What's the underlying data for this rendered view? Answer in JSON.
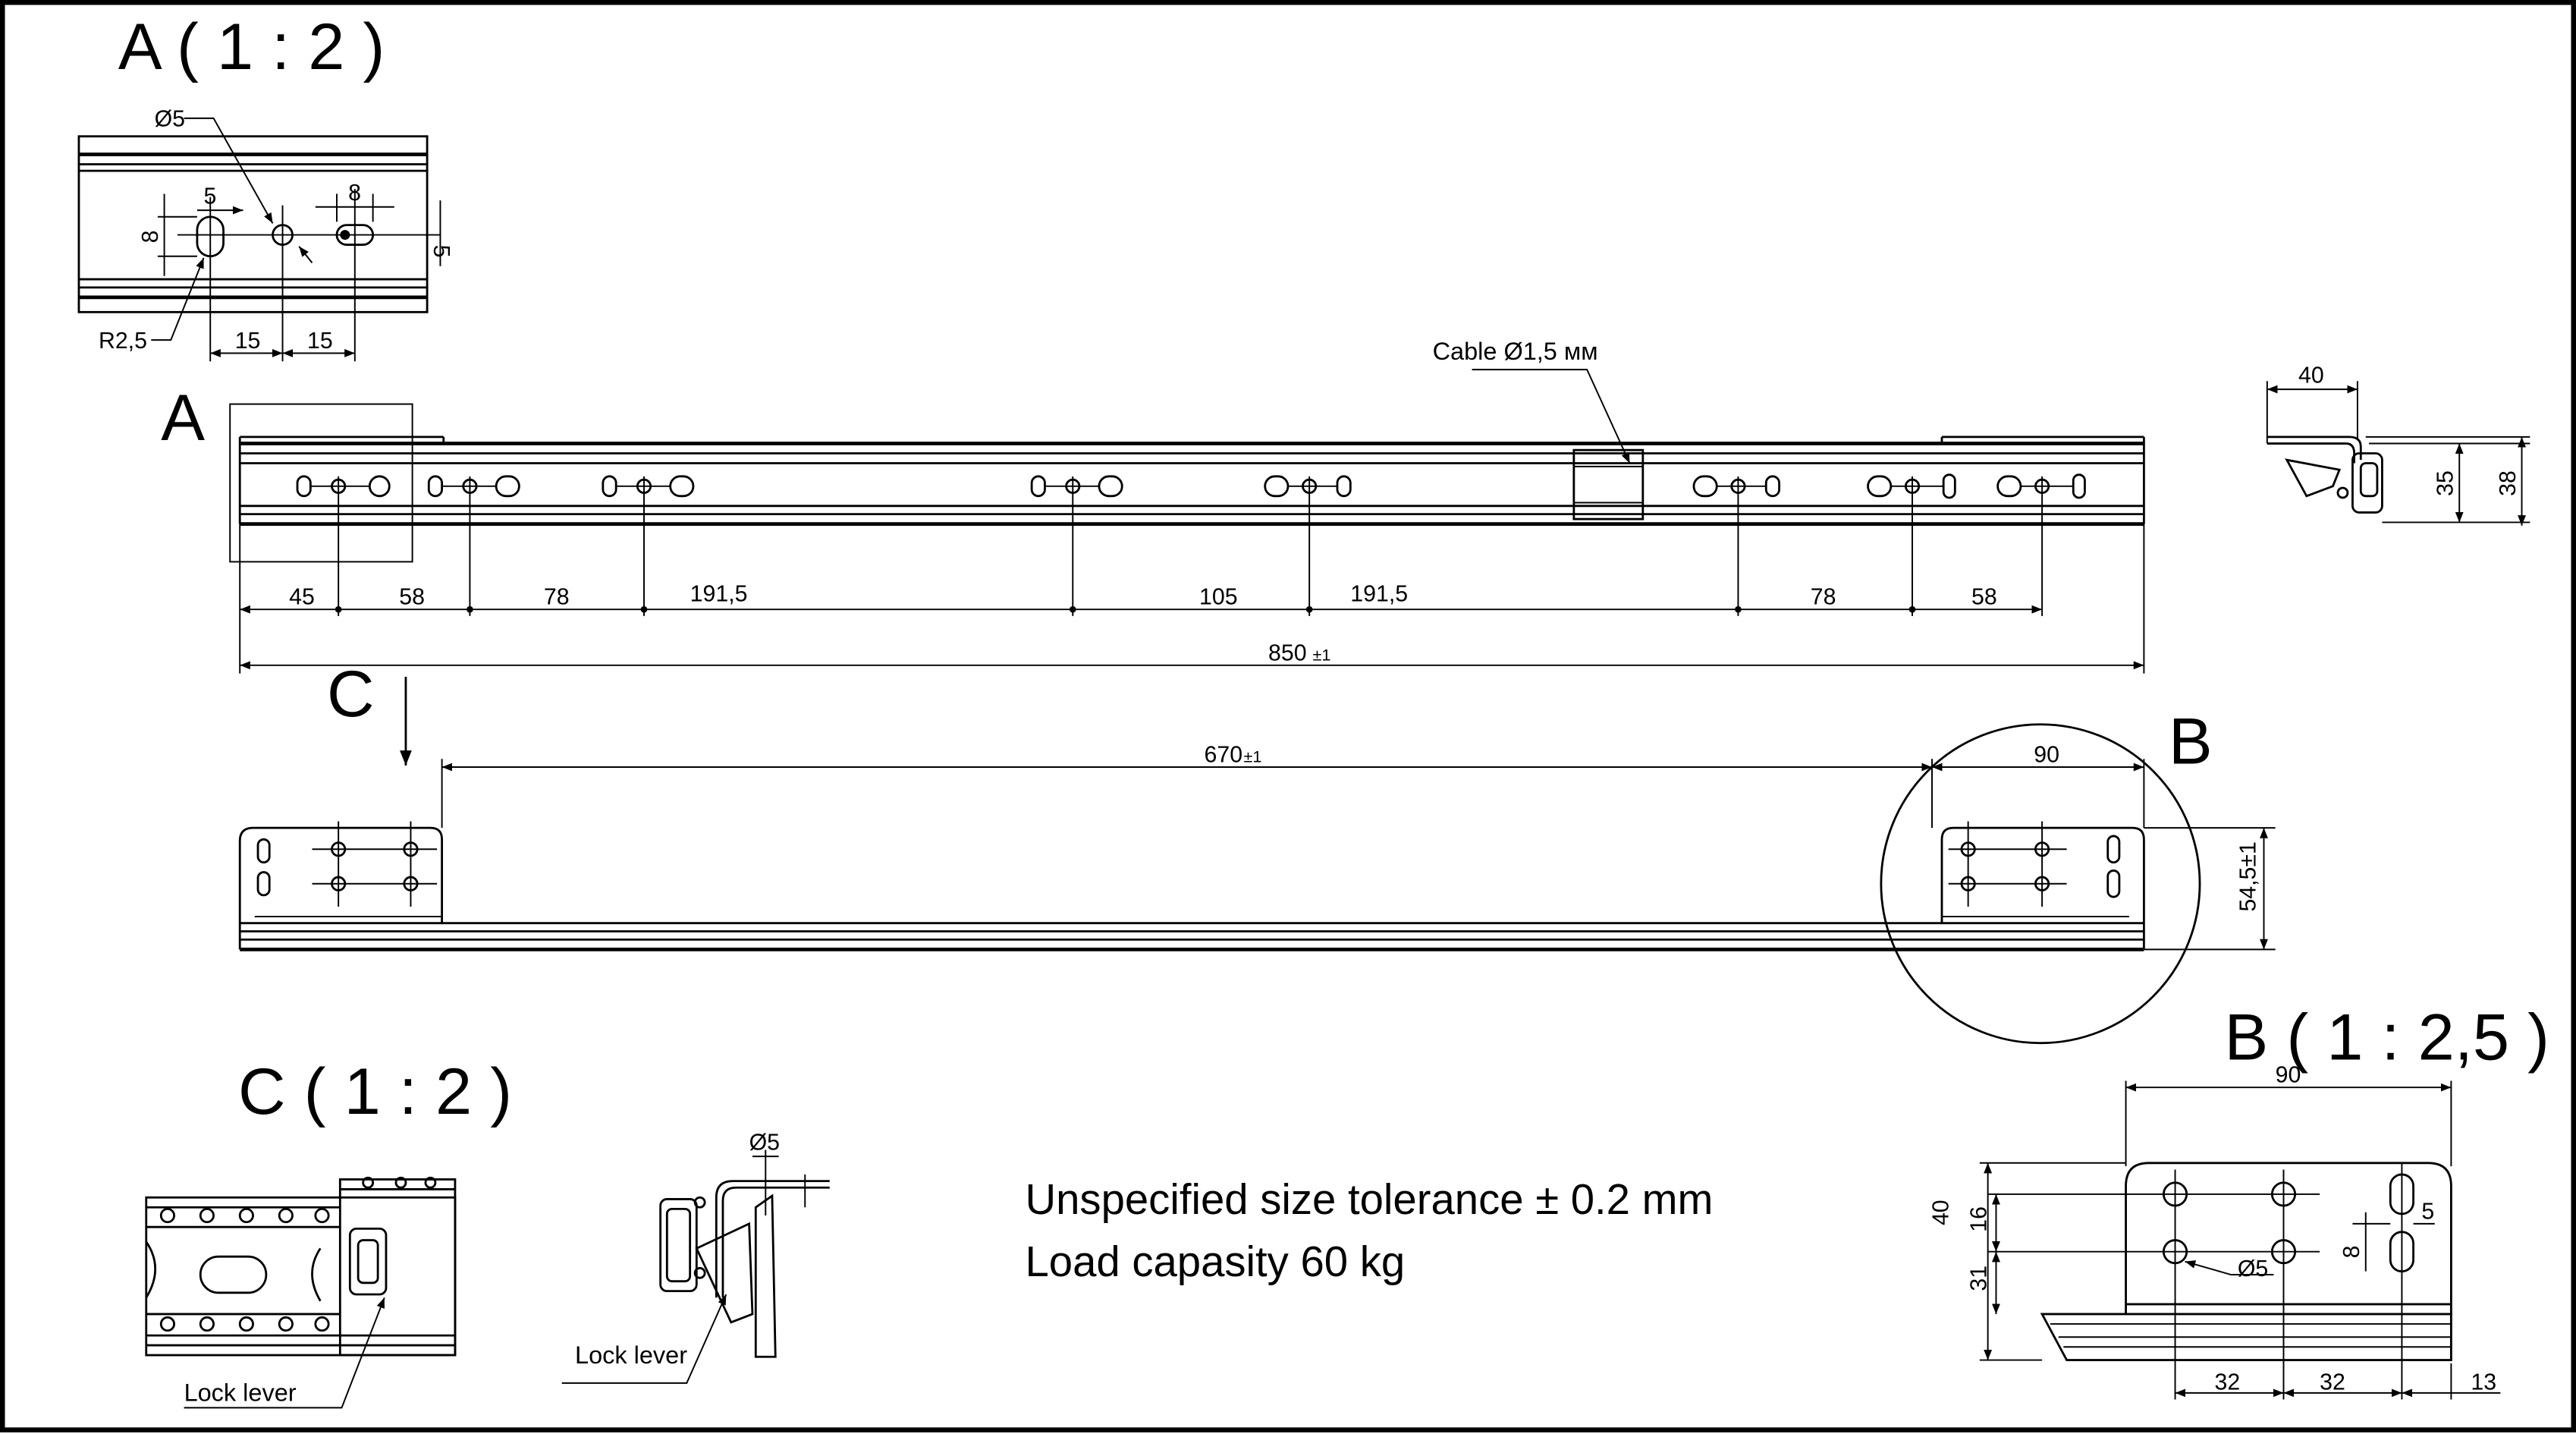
{
  "views": {
    "detail_a_title": "A ( 1 : 2 )",
    "detail_b_title": "B ( 1 : 2,5 )",
    "detail_c_title": "C ( 1 : 2 )",
    "label_a": "A",
    "label_b": "B",
    "label_c": "C"
  },
  "detail_a": {
    "hole_dia": "Ø5",
    "slot_radius": "R2,5",
    "dim_8_left": "8",
    "dim_5_top": "5",
    "dim_8_top": "8",
    "dim_5_right": "5",
    "dim_15_left": "15",
    "dim_15_right": "15"
  },
  "main_rail": {
    "cable_label": "Cable Ø1,5 мм",
    "spacing": [
      "45",
      "58",
      "78",
      "191,5",
      "105",
      "191,5",
      "78",
      "58"
    ],
    "total_length": "850",
    "total_tolerance": "±1"
  },
  "section_view": {
    "width": "40",
    "height_inner": "35",
    "height_outer": "38"
  },
  "lower_rail": {
    "length": "670",
    "length_tolerance": "±1",
    "bracket_width": "90",
    "height": "54,5±1"
  },
  "detail_b": {
    "width": "90",
    "height_total": "40",
    "dim_16": "16",
    "dim_31": "31",
    "hole_dia": "Ø5",
    "dim_5": "5",
    "dim_8": "8",
    "dim_32_a": "32",
    "dim_32_b": "32",
    "dim_13": "13"
  },
  "detail_c": {
    "lock_lever": "Lock lever",
    "side_hole": "Ø5",
    "side_lock_lever": "Lock lever"
  },
  "notes": {
    "tolerance": "Unspecified size tolerance ± 0.2 mm",
    "load": "Load capasity 60 kg"
  }
}
